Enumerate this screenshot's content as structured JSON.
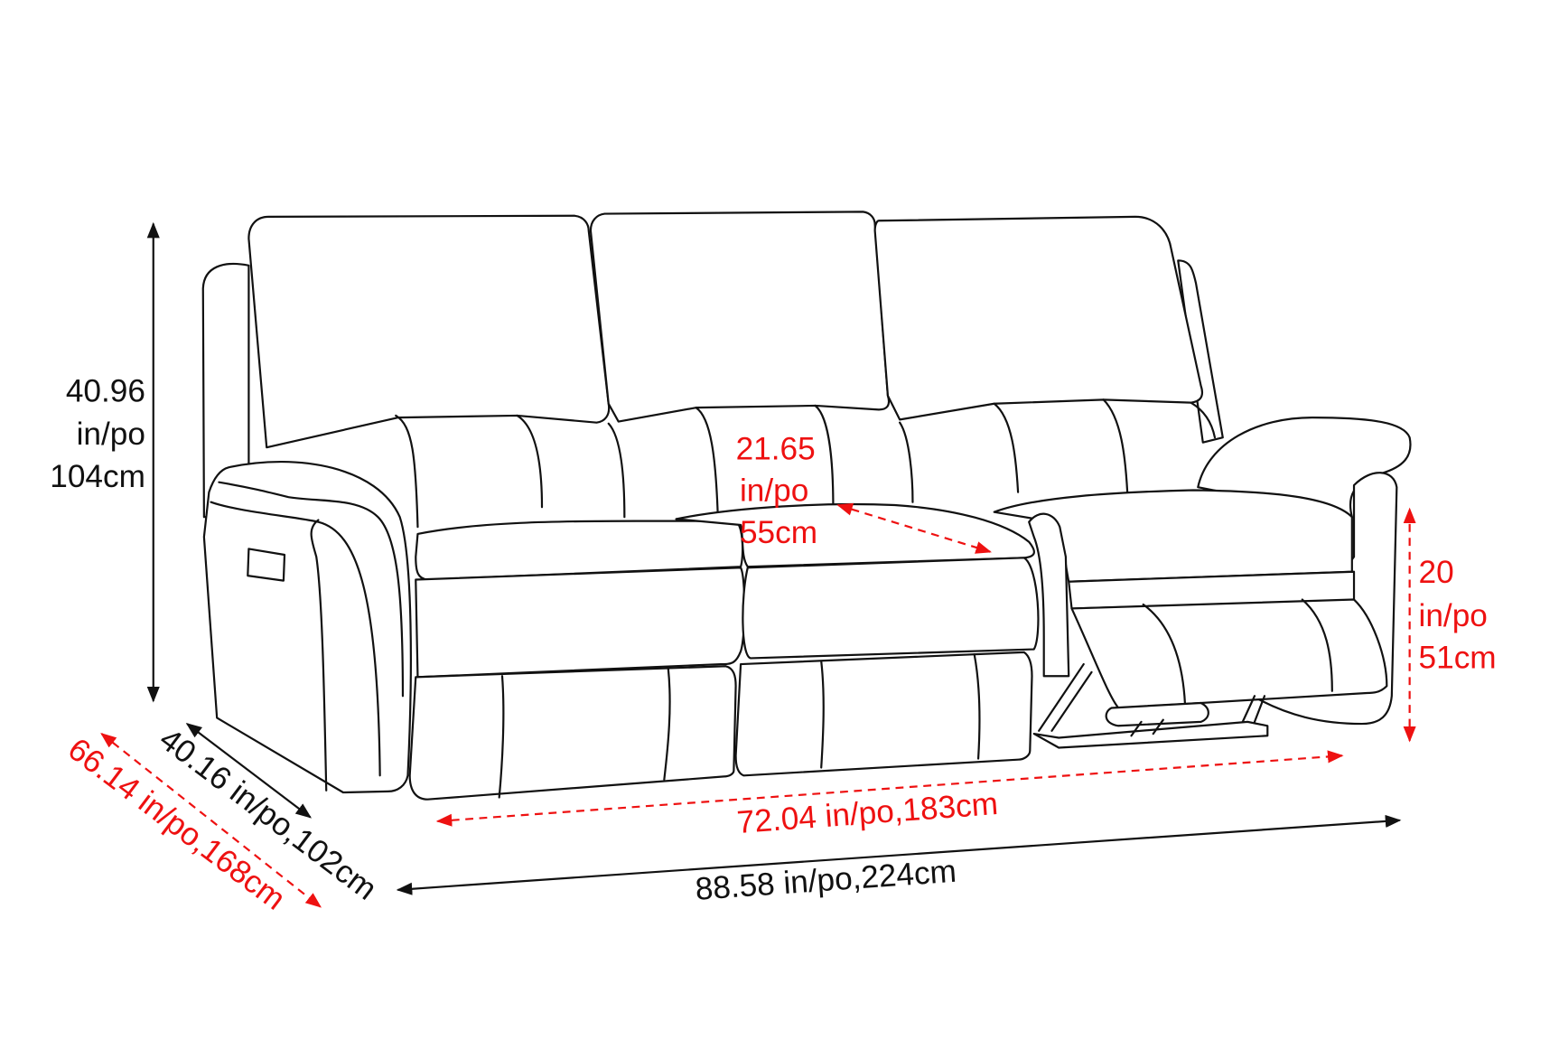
{
  "diagram": {
    "subject": "Three-seat power reclining sofa with right seat reclined",
    "colors": {
      "outline": "#111111",
      "overall_dimension": "#111111",
      "usable_dimension": "#ee1111",
      "background": "#ffffff"
    },
    "dimensions": {
      "overall_height": {
        "line1": "40.96",
        "line2": "in/po",
        "line3": "104cm",
        "color": "#111111"
      },
      "seat_depth": {
        "line1": "21.65",
        "line2": "in/po",
        "line3": "55cm",
        "color": "#ee1111"
      },
      "seat_height": {
        "line1": "20",
        "line2": "in/po",
        "line3": "51cm",
        "color": "#ee1111"
      },
      "overall_depth": {
        "label": "40.16 in/po,102cm",
        "color": "#111111"
      },
      "reclined_depth": {
        "label": "66.14 in/po,168cm",
        "color": "#ee1111"
      },
      "seat_width": {
        "label": "72.04 in/po,183cm",
        "color": "#ee1111"
      },
      "overall_width": {
        "label": "88.58 in/po,224cm",
        "color": "#111111"
      }
    }
  }
}
